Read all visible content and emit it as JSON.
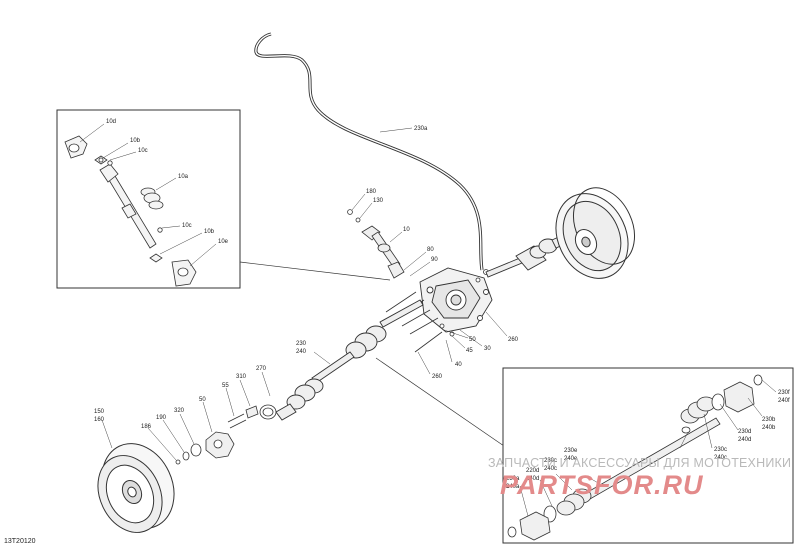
{
  "figure_code": "13T20120",
  "watermark": {
    "caption": "ЗАПЧАСТИ И АКСЕССУАРЫ ДЛЯ МОТОТЕХНИКИ",
    "logo": "PARTSFOR.RU"
  },
  "labels": {
    "cable": "230a",
    "p180": "180",
    "p130": "130",
    "p10": "10",
    "p80": "80",
    "p90": "90",
    "p260a": "260",
    "p50": "50",
    "p45": "45",
    "p30": "30",
    "p40": "40",
    "p260b": "260",
    "p230": "230",
    "p240": "240",
    "p270": "270",
    "p310": "310",
    "p55": "55",
    "p50b": "50",
    "p320": "320",
    "p190": "190",
    "p186": "186",
    "p150": "150",
    "p160": "160"
  },
  "inset_left": {
    "l10d_a": "10d",
    "l10b_a": "10b",
    "l10c_a": "10c",
    "l10a": "10a",
    "l10c_b": "10c",
    "l10b_b": "10b",
    "l10e": "10e"
  },
  "inset_right": {
    "r230f": "230f",
    "r240f": "240f",
    "r230b": "230b",
    "r240b": "240b",
    "r230d": "230d",
    "r240d": "240d",
    "r230c": "230c",
    "r240c": "240c",
    "r230e": "230e",
    "r240e": "240e",
    "r230c2": "230c",
    "r240c2": "240c",
    "r220d": "220d",
    "r240d2": "240d",
    "r230a": "230a",
    "r240a": "240a"
  }
}
